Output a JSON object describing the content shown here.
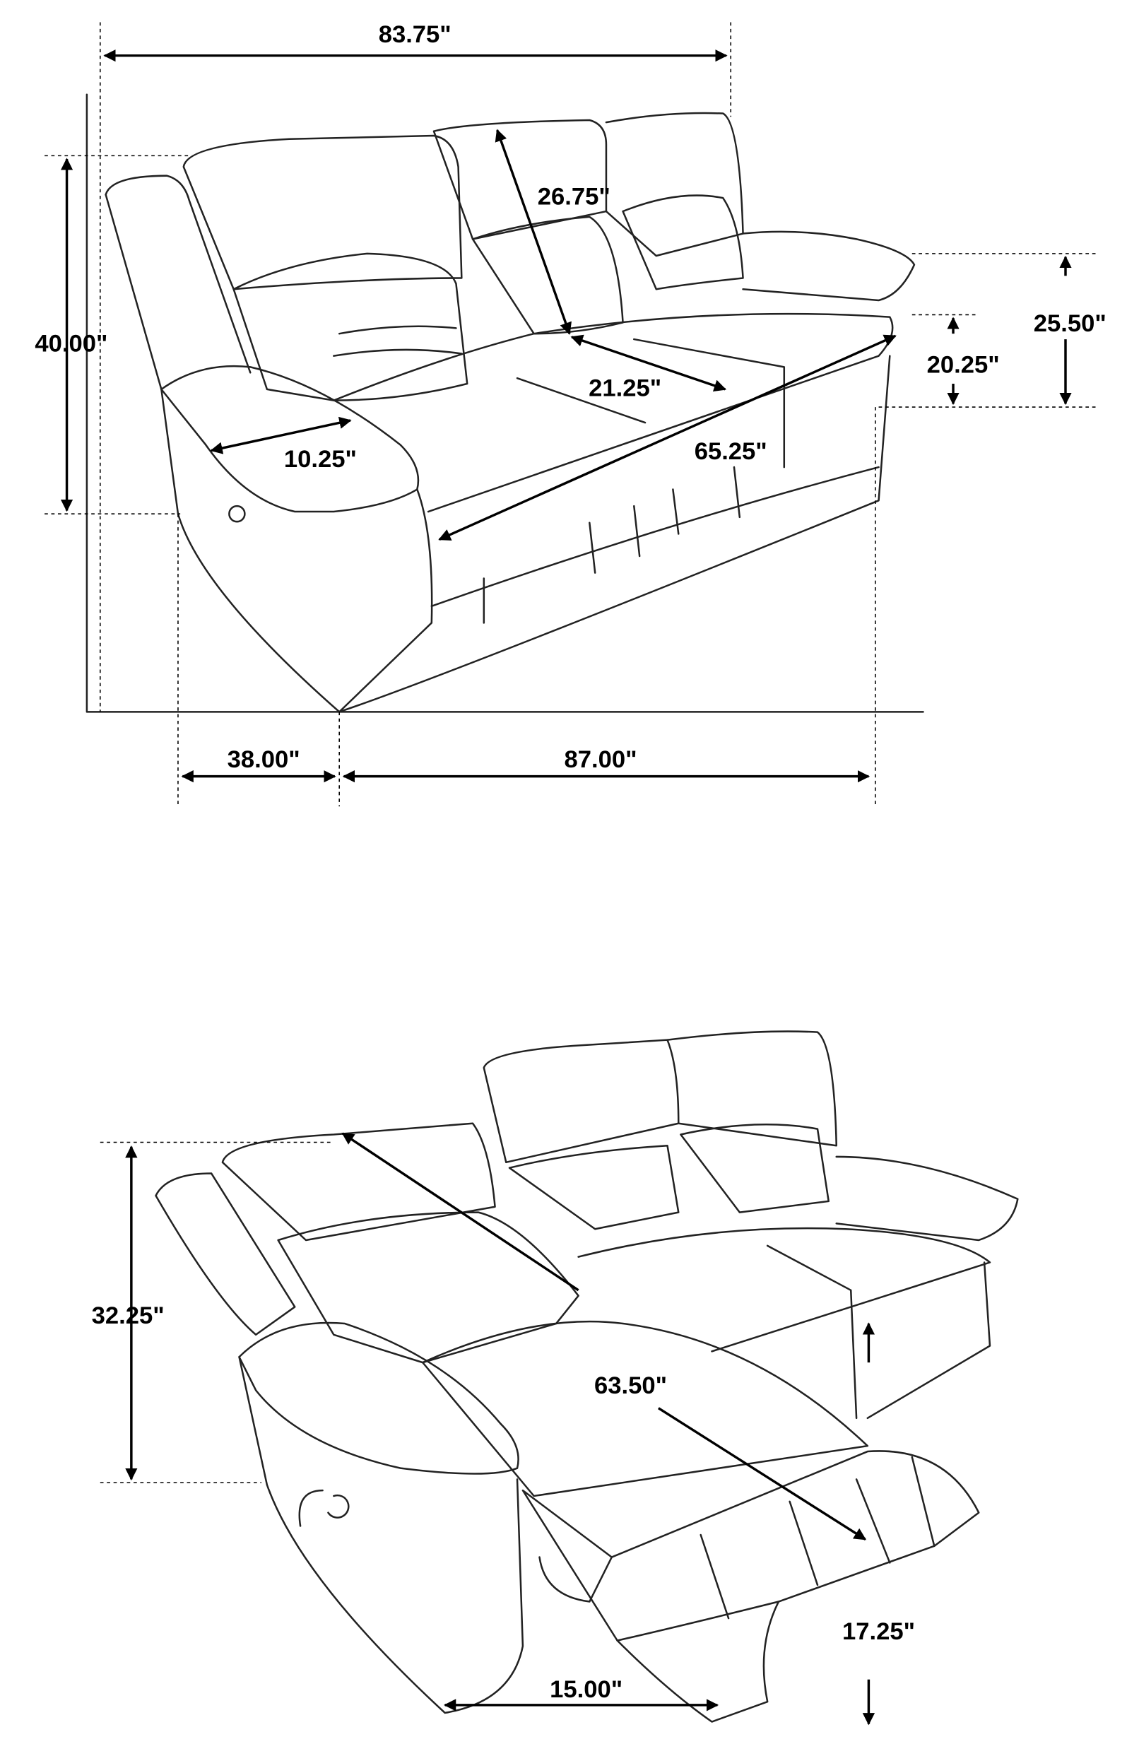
{
  "upright_view": {
    "overall_width": "83.75\"",
    "overall_height": "40.00\"",
    "back_height": "26.75\"",
    "seat_depth": "21.25\"",
    "arm_width": "10.25\"",
    "seat_width": "65.25\"",
    "arm_height": "25.50\"",
    "seat_height": "20.25\"",
    "depth": "38.00\"",
    "length": "87.00\""
  },
  "reclined_view": {
    "reclined_height": "32.25\"",
    "reclined_depth": "63.50\"",
    "footrest_height": "17.25\"",
    "wall_clearance": "15.00\""
  },
  "colors": {
    "line": "#000000",
    "background": "#ffffff"
  }
}
